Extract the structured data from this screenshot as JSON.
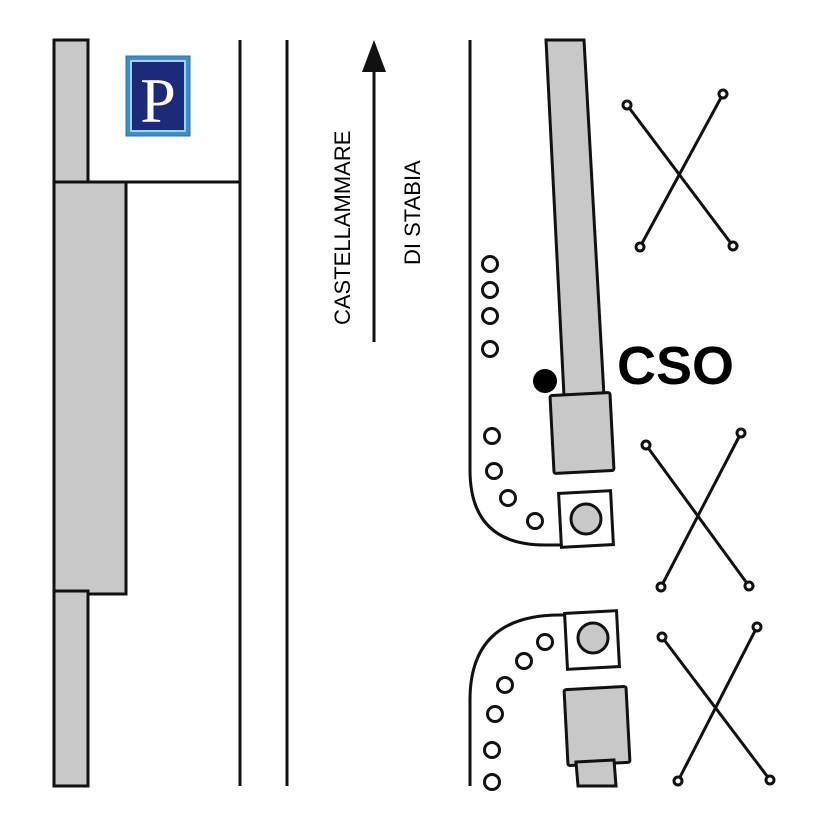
{
  "map": {
    "parking_sign": {
      "label": "P",
      "icon": "parking-sign-icon",
      "background": "#1c2a7a",
      "border": "#3a8fc8"
    },
    "street": {
      "direction_label_1": "CASTELLAMMARE",
      "direction_label_2": "DI STABIA",
      "arrow_icon": "arrow-up-icon"
    },
    "station": {
      "label": "CSO"
    },
    "colors": {
      "track": "#c8c8c8",
      "line": "#111111",
      "background": "#ffffff"
    }
  }
}
